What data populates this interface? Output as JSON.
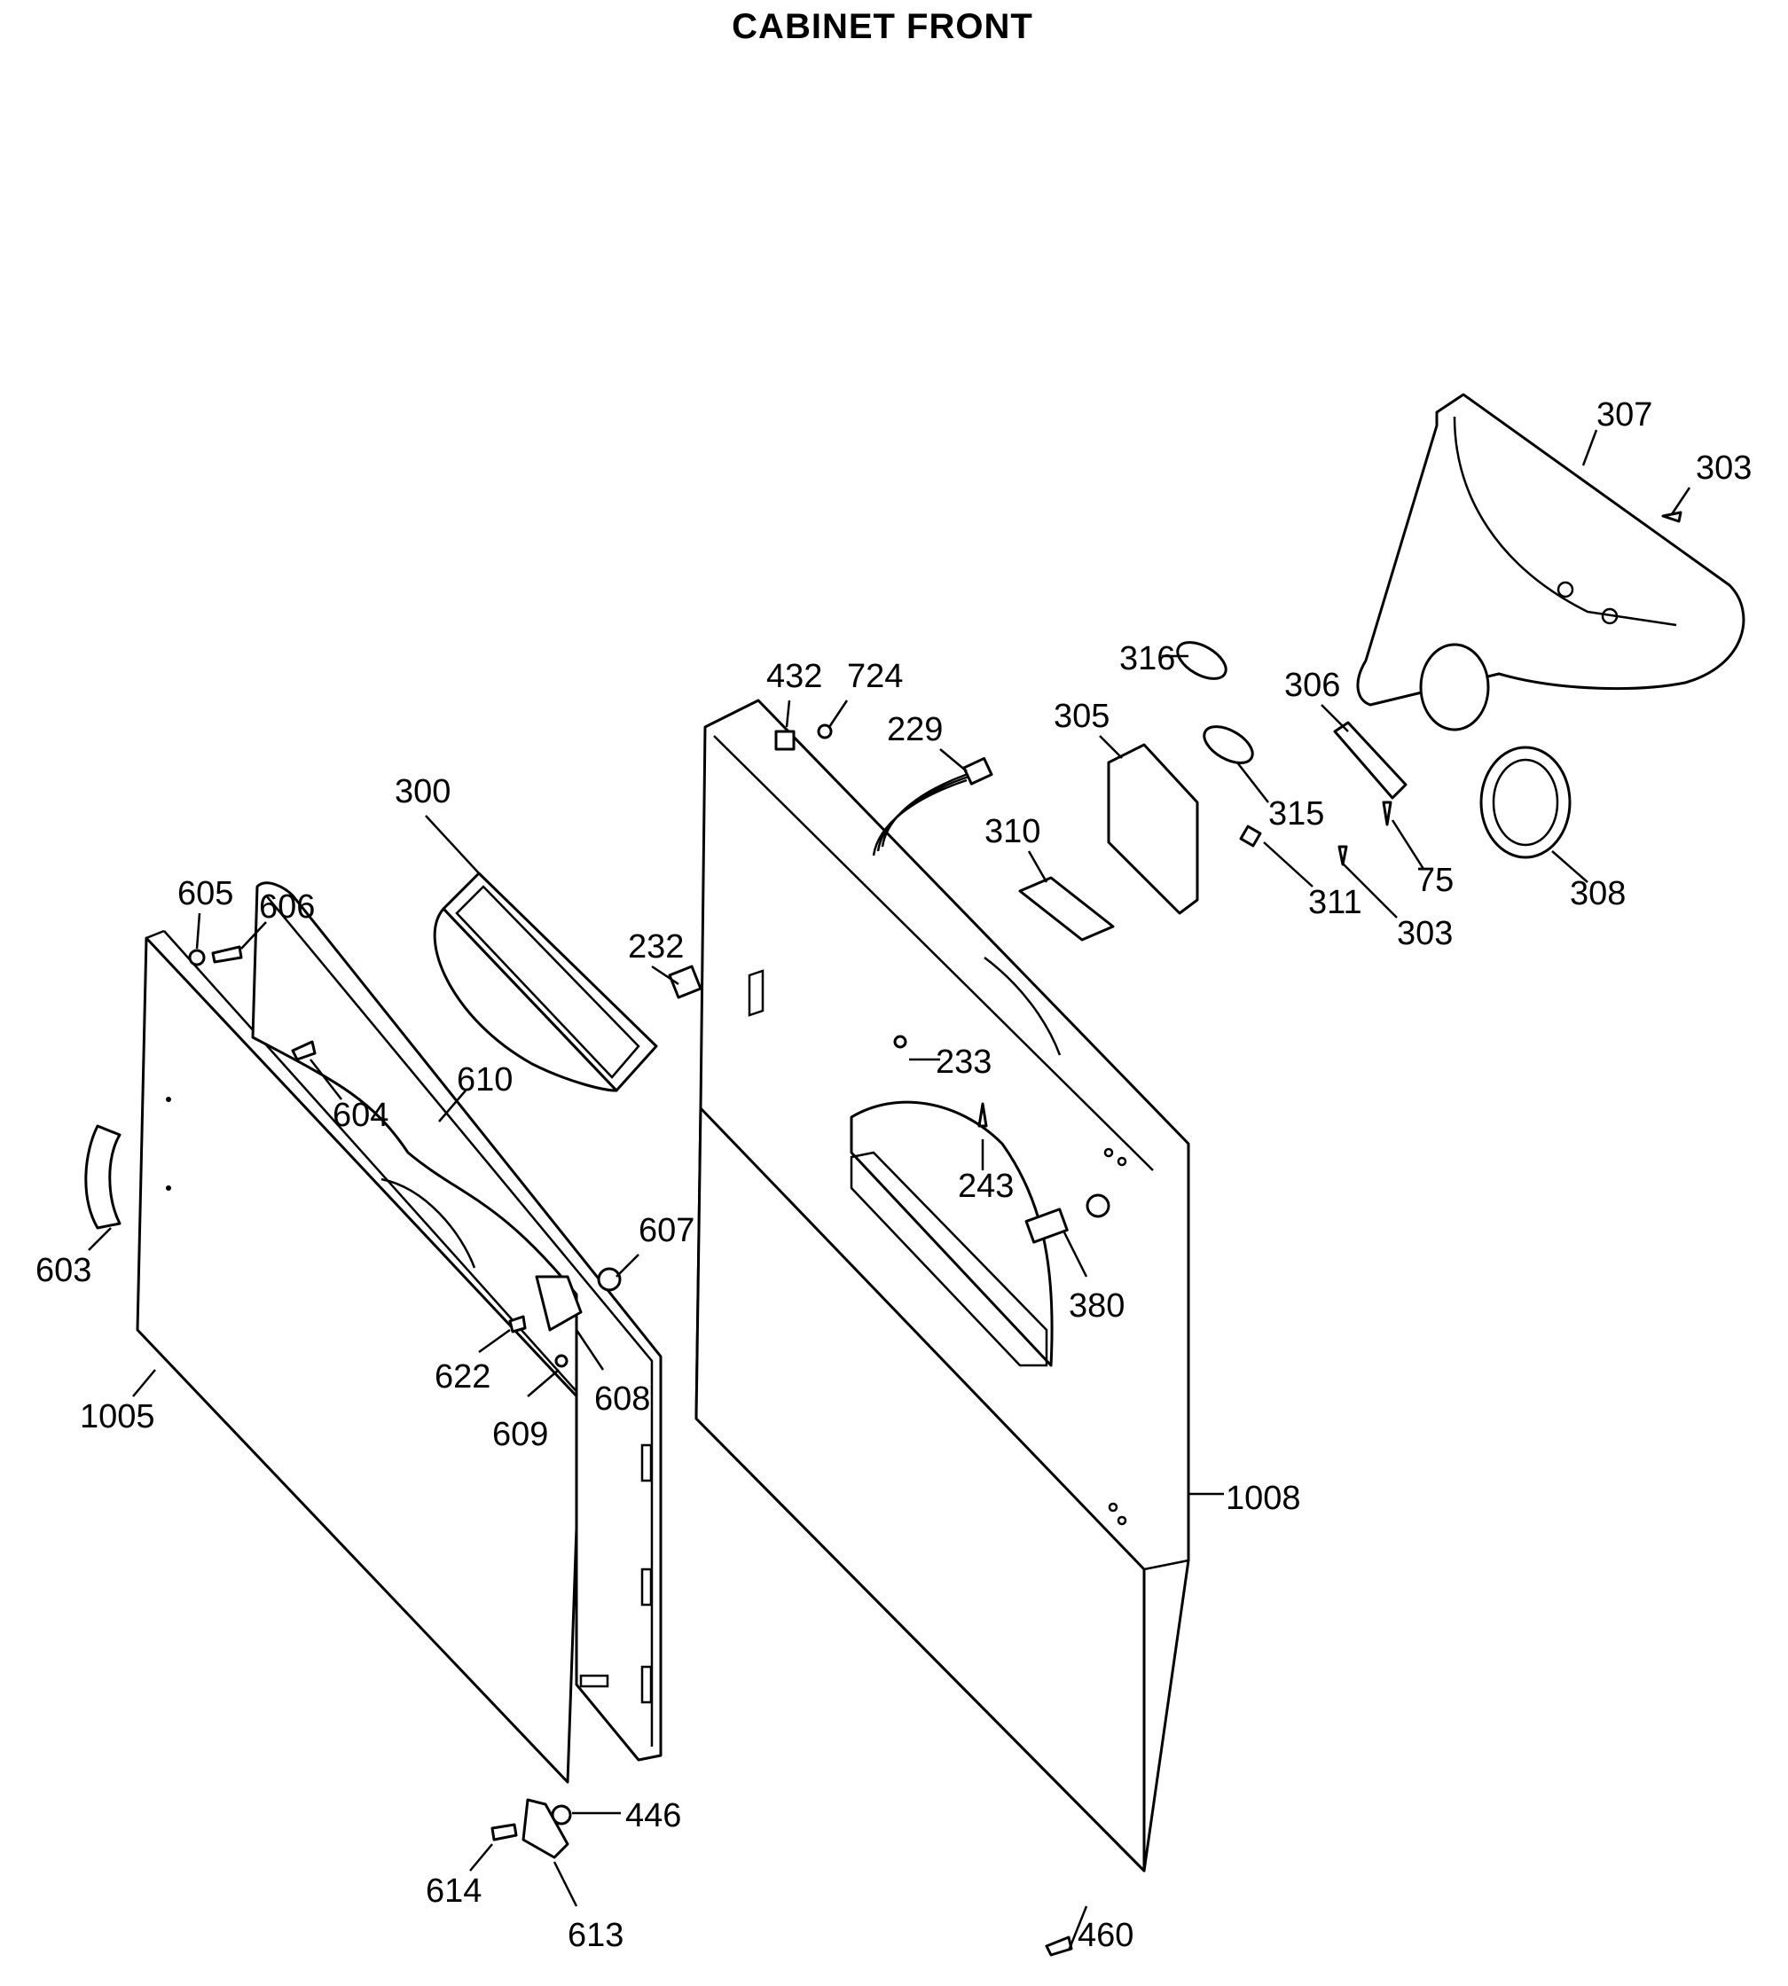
{
  "title": "CABINET FRONT",
  "callouts": {
    "p300": "300",
    "p303a": "303",
    "p303b": "303",
    "p305": "305",
    "p306": "306",
    "p307": "307",
    "p308": "308",
    "p310": "310",
    "p311": "311",
    "p315": "315",
    "p316": "316",
    "p75": "75",
    "p229": "229",
    "p232": "232",
    "p233": "233",
    "p243": "243",
    "p380": "380",
    "p432": "432",
    "p724": "724",
    "p446": "446",
    "p460": "460",
    "p603": "603",
    "p604": "604",
    "p605": "605",
    "p606": "606",
    "p607": "607",
    "p608": "608",
    "p609": "609",
    "p610": "610",
    "p613": "613",
    "p614": "614",
    "p622": "622",
    "p1005": "1005",
    "p1008": "1008"
  }
}
